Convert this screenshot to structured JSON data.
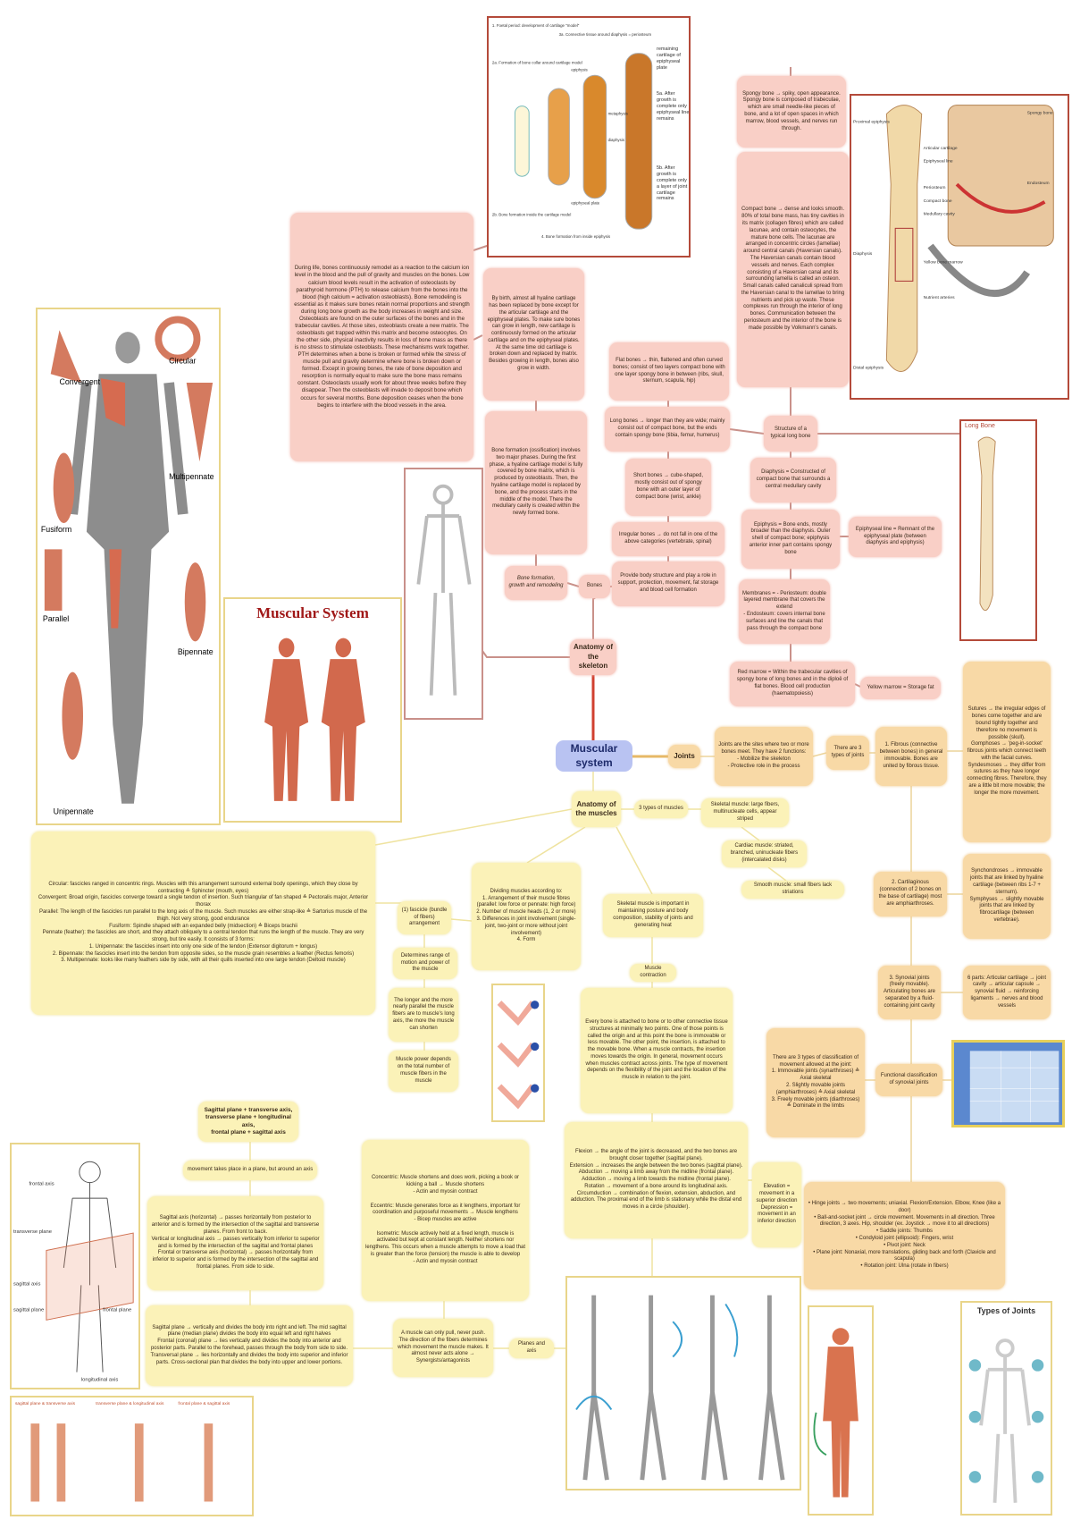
{
  "central": "Muscular system",
  "skeleton": {
    "anatomy": "Anatomy of the skeleton",
    "bones": "Bones",
    "formation_label": "Bone formation, growth and remodeling",
    "remodeling": "During life, bones continuously remodel as a reaction to the calcium ion level in the blood and the pull of gravity and muscles on the bones. Low calcium blood levels result in the activation of osteoclasts by parathyroid hormone (PTH) to release calcium from the bones into the blood (high calcium = activation osteoblasts). Bone remodeling is essential as it makes sure bones retain normal proportions and strength during long bone growth as the body increases in weight and size. Osteoblasts are found on the outer surfaces of the bones and in the trabecular cavities. At those sites, osteoblasts create a new matrix. The osteoblasts get trapped within this matrix and become osteocytes. On the other side, physical inactivity results in loss of bone mass as there is no stress to stimulate osteoblasts. These mechanisms work together. PTH determines when a bone is broken or formed while the stress of muscle pull and gravity determine where bone is broken down or formed. Except in growing bones, the rate of bone deposition and resorption is normally equal to make sure the bone mass remains constant. Osteoclasts usually work for about three weeks before they disappear. Then the osteoblasts will invade to deposit bone which occurs for several months. Bone deposition ceases when the bone begins to interfere with the blood vessels in the area.",
    "birth": "By birth, almost all hyaline cartilage has been replaced by bone except for the articular cartilage and the epiphyseal plates. To make sure bones can grow in length, new cartilage is continuously formed on the articular cartilage and on the epiphyseal plates. At the same time old cartilage is broken down and replaced by matrix. Besides growing in length, bones also grow in width.",
    "ossification": "Bone formation (ossification) involves two major phases. During the first phase, a hyaline cartilage model is fully covered by bone matrix, which is produced by osteoblasts. Then, the hyaline cartilage model is replaced by bone, and the process starts in the middle of the model. There the medullary cavity is created within the newly formed bone.",
    "flat": "Flat bones → thin, flattened and often curved bones; consist of two layers compact bone with one layer spongy bone in between (ribs, skull, sternum, scapula, hip)",
    "long": "Long bones → longer than they are wide; mainly consist out of compact bone, but the ends contain spongy bone (tibia, femur, humerus)",
    "short": "Short bones → cube-shaped, mostly consist out of spongy bone with an outer layer of compact bone (wrist, ankle)",
    "irregular": "Irregular bones → do not fall in one of the above categories (vertebrate, spinal)",
    "provide": "Provide body structure and play a role in support, protection, movement, fat storage and blood cell formation",
    "structure": "Structure of a typical long bone",
    "diaphysis": "Diaphysis = Constructed of compact bone that surrounds a central medullary cavity",
    "epiphysis": "Epiphysis = Bone ends, mostly broader than the diaphysis. Outer shell of compact bone; epiphysis anterior inner part contains spongy bone",
    "epiphyseal_line": "Epiphyseal line = Remnant of the epiphyseal plate (between diaphysis and epiphysis)",
    "membranes": "Membranes = - Periosteum: double layered membrane that covers the extend\n- Endosteum: covers internal bone surfaces and line the canals that pass through the compact bone",
    "red_marrow": "Red marrow = Within the trabecular cavities of spongy bone of long bones and in the diploë of flat bones. Blood cell production (haematopoiesis)",
    "yellow_marrow": "Yellow marrow = Storage fat",
    "spongy": "Spongy bone → spiky, open appearance. Spongy bone is composed of trabeculae, which are small needle-like pieces of bone, and a lot of open spaces in which marrow, blood vessels, and nerves run through.",
    "compact": "Compact bone → dense and looks smooth. 80% of total bone mass, has tiny cavities in its matrix (collagen fibres) which are called lacunae, and contain osteocytes, the mature bone cells. The lacunae are arranged in concentric circles (lamellae) around central canals (Haversian canals). The Haversian canals contain blood vessels and nerves. Each complex consisting of a Haversian canal and its surrounding lamella is called an osteon. Small canals called canaliculi spread from the Haversian canal to the lamellae to bring nutrients and pick up waste. These complexes run through the interior of long bones. Communication between the periosteum and the interior of the bone is made possible by Volkmann's canals."
  },
  "joints": {
    "label": "Joints",
    "desc": "Joints are the sites where two or more bones meet. They have 2 functions:\n- Mobilize the skeleton\n- Protective role in the process",
    "three_types": "There are 3 types of joints",
    "fibrous": "1. Fibrous (connective between bones) in general immovable. Bones are united by fibrous tissue.",
    "sutures": "Sutures → the irregular edges of bones come together and are bound tightly together and therefore no movement is possible (skull).\nGomphoses → 'peg-in-socket' fibrous joints which connect teeth with the facial curves.\nSyndesmoses → they differ from sutures as they have longer connecting fibres. Therefore, they are a little bit more movable; the longer the more movement.",
    "cartilaginous": "2. Cartilaginous (connection of 2 bones on the base of cartilage) most are amphiarthroses.",
    "synchondroses": "Synchondroses → immovable joints that are linked by hyaline cartilage (between ribs 1-7 + sternum).\nSymphyses → slightly movable joints that are linked by fibrocartilage (between vertebrae).",
    "synovial": "3. Synovial joints (freely movable). Articulating bones are separated by a fluid-containing joint cavity",
    "six_parts": "6 parts: Articular cartilage → joint cavity → articular capsule → synovial fluid → reinforcing ligaments → nerves and blood vessels",
    "functional": "Functional classification of synovial joints",
    "classification": "There are 3 types of classification of movement allowed at the joint:\n1. Immovable joints (synarthroses) ≙ Axial skeletal\n2. Slightly movable joints (amphiarthroses) ≙ Axial skeletal\n3. Freely movable joints (diarthroses) ≙ Dominate in the limbs",
    "types_list": "• Hinge joints → two movements; uniaxial. Flexion/Extension. Elbow, Knee (like a door)\n• Ball-and-socket joint → circle movement. Movements in all direction. Three direction, 3 axes. Hip, shoulder (ex. Joystick → move it to all directions)\n• Saddle joints: Thumbs\n• Condyloid joint (ellipsoid): Fingers, wrist\n• Pivot joint: Neck\n• Plane joint: Nonaxial, more translations, gliding back and forth (Clavicle and scapula)\n• Rotation joint: Ulna (rotate in fibers)"
  },
  "muscles": {
    "anatomy": "Anatomy of the muscles",
    "three_types": "3 types of muscles",
    "skeletal": "Skeletal muscle: large fibers, multinucleate cells, appear striped",
    "cardiac": "Cardiac muscle: striated, branched, uninucleate fibers (intercalated disks)",
    "smooth": "Smooth muscle: small fibers lack striations",
    "dividing": "Dividing muscles according to:\n1. Arrangement of their muscle fibres (parallel: low force or pennate: high force)\n2. Number of muscle heads (1, 2 or more)\n3. Differences in joint involvement (single-joint, two-joint or more without joint involvement)\n4. Form",
    "important": "Skeletal muscle is important in maintaining posture and body composition, stability of joints and generating heat",
    "contraction": "Muscle contraction",
    "every_bone": "Every bone is attached to bone or to other connective tissue structures at minimally two points. One of those points is called the origin and at this point the bone is immovable or less movable. The other point, the insertion, is attached to the movable bone. When a muscle contracts, the insertion moves towards the origin. In general, movement occurs when muscles contract across joints. The type of movement depends on the flexibility of the joint and the location of the muscle in relation to the joint.",
    "movements": "Flexion → the angle of the joint is decreased, and the two bones are brought closer together (sagittal plane).\nExtension → increases the angle between the two bones (sagittal plane).\nAbduction → moving a limb away from the midline (frontal plane).\nAdduction → moving a limb towards the midline (frontal plane).\nRotation → movement of a bone around its longitudinal axis.\nCircumduction → combination of flexion, extension, abduction, and adduction. The proximal end of the limb is stationary while the distal end moves in a circle (shoulder).",
    "elevation": "Elevation = movement in a superior direction\nDepression = movement in an inferior direction",
    "fascicle": "(1) fascicle (bundle of fibers) arrangement",
    "determines": "Determines range of motion and power of the muscle",
    "longer": "The longer and the more nearly parallel the muscle fibers are to muscle's long axis, the more the muscle can shorten",
    "power": "Muscle power depends on the total number of muscle fibers in the muscle",
    "arrangements": "Circular: fascicles ranged in concentric rings. Muscles with this arrangement surround external body openings, which they close by contracting ≙ Sphincter (mouth, eyes)\nConvergent: Broad origin, fascicles converge toward a single tendon of insertion. Such triangular of fan shaped ≙ Pectoralis major, Anterior thorax\nParallel: The length of the fascicles run parallel to the long axis of the muscle. Such muscles are either strap-like ≙ Sartorius muscle of the thigh. Not very strong, good endurance\nFusiform: Spindle shaped with an expanded belly (midsection) ≙ Biceps brachii\nPennate (feather): the fascicles are short, and they attach obliquely to a central tendon that runs the length of the muscle. They are very strong, but tire easily. It consists of 3 forms:\n1. Unipennate: the fascicles insert into only one side of the tendon (Extensor digitorum + longus)\n2. Bipennate: the fascicles insert into the tendon from opposite sides, so the muscle grain resembles a feather (Rectus femoris)\n3. Multipennate: looks like many feathers side by side, with all their quills inserted into one large tendon (Deltoid muscle)",
    "contraction_types": "Concentric: Muscle shortens and does work, picking a book or kicking a ball → Muscle shortens\n- Actin and myosin contract\n\nEccentric: Muscle generates force as it lengthens, important for coordination and purposeful movements → Muscle lengthens\n- Bicep muscles are active\n\nIsometric: Muscle actively held at a fixed length, muscle is activated but kept at constant length. Neither shortens nor lengthens. This occurs when a muscle attempts to move a load that is greater than the force (tension) the muscle is able to develop\n- Actin and myosin contract",
    "pull": "A muscle can only pull, never push. The direction of the fibers determines which movement the muscle makes. It almost never acts alone → Synergists/antagonists"
  },
  "planes": {
    "label": "Planes and axis",
    "pairs": "Sagittal plane + transverse axis,\ntransverse plane + longitudinal axis,\nfrontal plane + sagittal axis",
    "around_axis": "movement takes place in a plane, but around an axis",
    "axes": "Sagittal axis (horizontal) → passes horizontally from posterior to anterior and is formed by the intersection of the sagittal and transverse planes. From front to back.\nVertical or longitudinal axis → passes vertically from inferior to superior and is formed by the intersection of the sagittal and frontal planes\nFrontal or transverse axis (horizontal) → passes horizontally from inferior to superior and is formed by the intersection of the sagittal and frontal planes. From side to side.",
    "planes_desc": "Sagittal plane → vertically and divides the body into right and left. The mid sagittal plane (median plane) divides the body into equal left and right halves\nFrontal (coronal) plane → lies vertically and divides the body into anterior and posterior parts. Parallel to the forehead, passes through the body from side to side.\nTransversal plane → lies horizontally and divides the body into superior and inferior parts. Cross-sectional plan that divides the body into upper and lower portions."
  },
  "images": {
    "muscle_shapes": [
      "Circular",
      "Convergent",
      "Multipennate",
      "Fusiform",
      "Parallel",
      "Bipennate",
      "Unipennate"
    ],
    "muscular_system_title": "Muscular System",
    "long_bone_title": "Long Bone",
    "types_of_joints_title": "Types of Joints",
    "plane_labels": [
      "frontal axis",
      "transverse plane",
      "sagittal axis",
      "sagittal plane",
      "frontal plane",
      "longitudinal axis"
    ],
    "strip_labels": [
      "sagittal plane & transverse axis",
      "transverse plane & longitudinal axis",
      "frontal plane & sagittal axis"
    ],
    "ossification_labels": [
      "1. Foetal period: development of cartilage \"model\"",
      "2a. Formation of bone collar around cartilage model",
      "2b. Bone formation inside the cartilage model",
      "3a. Connective tissue around diaphysis = periosteum",
      "epiphysis",
      "epiphyseal plate",
      "metaphysis",
      "diaphysis",
      "4. Bone formation from inside epiphysis",
      "remaining cartilage of epiphyseal plate",
      "5a. After growth is complete only epiphyseal line remains",
      "5b. After growth is complete only a layer of joint cartilage remains"
    ],
    "long_bone_labels": [
      "Proximal epiphysis",
      "Diaphysis",
      "Distal epiphysis",
      "Articular cartilage",
      "Epiphyseal line",
      "Periosteum",
      "Compact bone",
      "Medullary cavity",
      "Yellow bone marrow",
      "Spongy bone",
      "Endosteum",
      "Nutrient arteries"
    ]
  },
  "colors": {
    "skeleton": "#f9cfc6",
    "muscle": "#fbf2b8",
    "joint": "#f8d9a6",
    "central": "#b9c3f2",
    "skeleton_line": "#c0392b",
    "muscle_line": "#e6cf70",
    "joint_line": "#e8b566"
  }
}
